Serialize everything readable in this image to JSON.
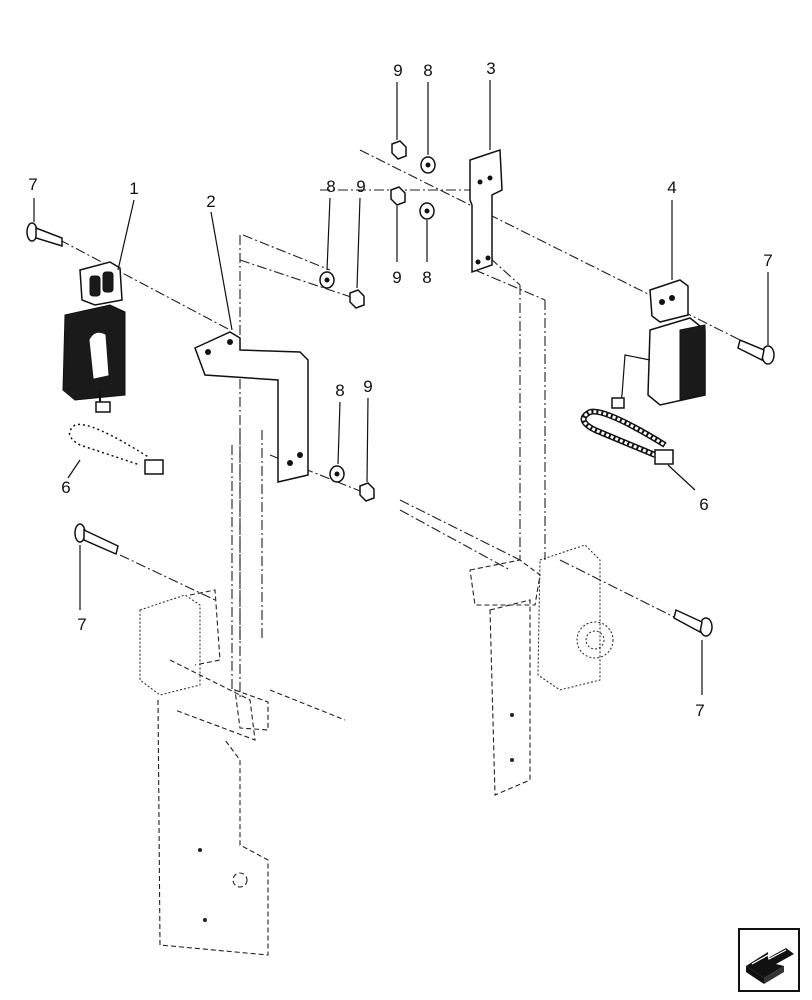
{
  "callouts": {
    "c1": "1",
    "c2": "2",
    "c3": "3",
    "c4": "4",
    "c6a": "6",
    "c6b": "6",
    "c7a": "7",
    "c7b": "7",
    "c7c": "7",
    "c7d": "7",
    "c8a": "8",
    "c8b": "8",
    "c8c": "8",
    "c8d": "8",
    "c9a": "9",
    "c9b": "9",
    "c9c": "9",
    "c9d": "9"
  },
  "navigation": {
    "next_icon": "next-page-arrow-icon"
  }
}
